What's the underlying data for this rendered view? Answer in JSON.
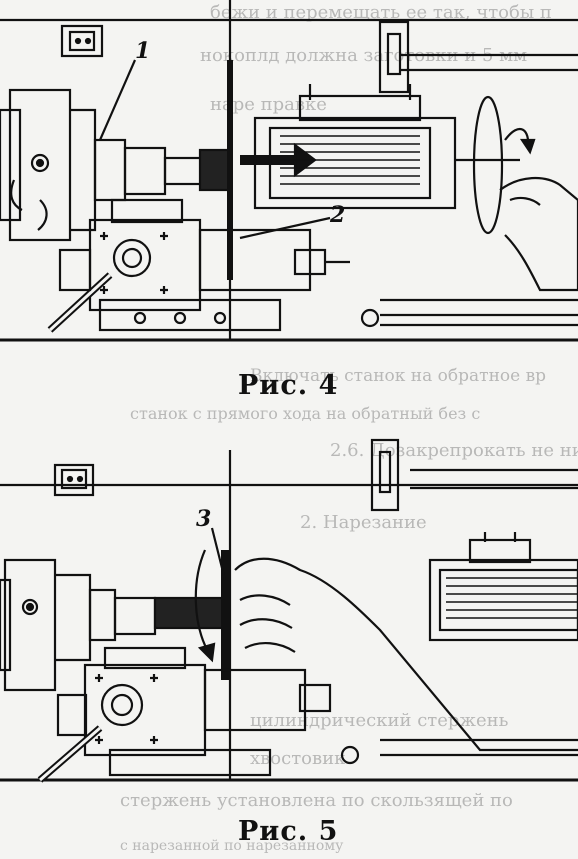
{
  "figures": [
    {
      "caption": "Рис.  4",
      "callouts": [
        "1",
        "2"
      ]
    },
    {
      "caption": "Рис.  5",
      "callouts": [
        "3"
      ]
    }
  ],
  "background_text": [
    "бежи и перемещать ее так, чтобы п",
    "нокоплд должна заготовки и 5 мм",
    "наре  правке",
    "Включать станок на обратное вр",
    "станок с прямого хода на обратный без с",
    "2.6. Дозакрепрокать не ни",
    "2. Нарезание",
    "цилиндрический стержень",
    "хвостовик",
    "стержень установлена по скользящей по",
    "с нарезанной по нарезанному"
  ]
}
